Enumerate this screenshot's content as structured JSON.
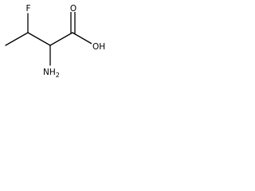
{
  "molecule": {
    "atoms": {
      "fluorine": "F",
      "oxygen_carbonyl": "O",
      "hydroxyl": "OH",
      "amine": "NH",
      "amine_subscript": "2"
    }
  }
}
